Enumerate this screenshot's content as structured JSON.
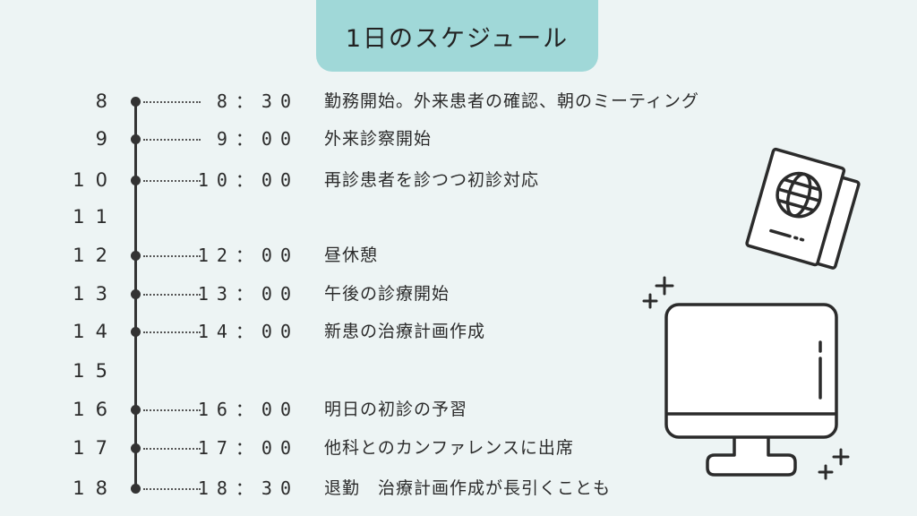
{
  "title": "1日のスケジュール",
  "schedule": [
    {
      "hour": "8",
      "time": "8：30",
      "text": "勤務開始。外来患者の確認、朝のミーティング"
    },
    {
      "hour": "9",
      "time": "9：00",
      "text": "外来診察開始"
    },
    {
      "hour": "10",
      "time": "10：00",
      "text": "再診患者を診つつ初診対応"
    },
    {
      "hour": "11",
      "time": "",
      "text": ""
    },
    {
      "hour": "12",
      "time": "12：00",
      "text": "昼休憩"
    },
    {
      "hour": "13",
      "time": "13：00",
      "text": "午後の診療開始"
    },
    {
      "hour": "14",
      "time": "14：00",
      "text": "新患の治療計画作成"
    },
    {
      "hour": "15",
      "time": "",
      "text": ""
    },
    {
      "hour": "16",
      "time": "16：00",
      "text": "明日の初診の予習"
    },
    {
      "hour": "17",
      "time": "17：00",
      "text": "他科とのカンファレンスに出席"
    },
    {
      "hour": "18",
      "time": "18：30",
      "text": "退勤　治療計画作成が長引くことも"
    }
  ],
  "icons": [
    "passport-icon",
    "monitor-icon",
    "sparkle-icon"
  ]
}
